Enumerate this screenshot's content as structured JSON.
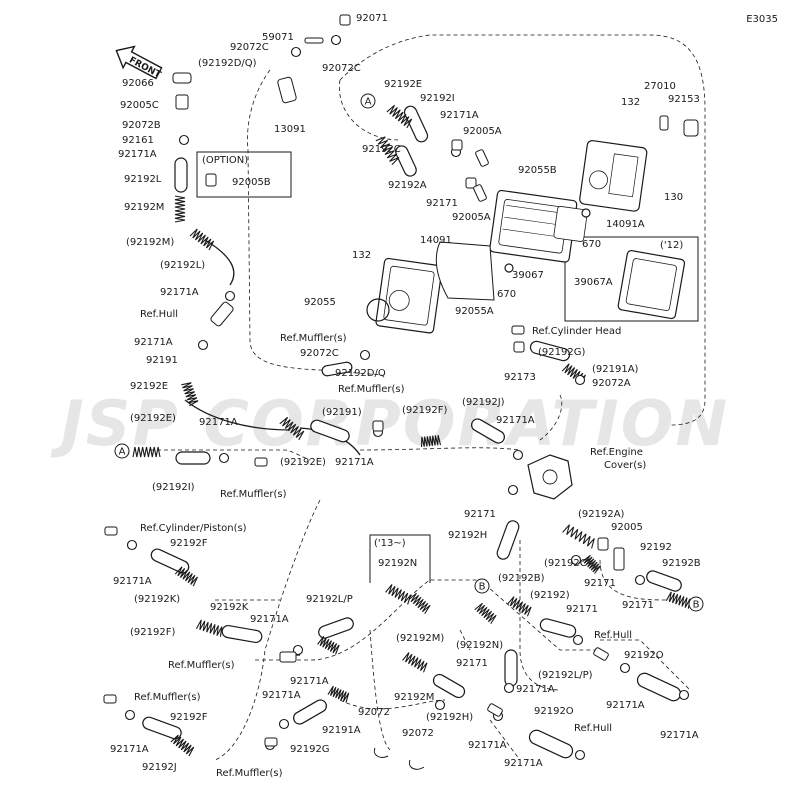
{
  "diagram_code": "E3035",
  "front_arrow_label": "FRONT",
  "watermark": "JSP CORPORATION",
  "option_box_label": "(OPTION)",
  "year_box_12_label": "('12)",
  "year_box_13_label": "('13~)",
  "callouts": [
    "A",
    "A",
    "B",
    "B"
  ],
  "labels": [
    "59071",
    "92071",
    "92072C",
    "(92192D/Q)",
    "92072C",
    "13091",
    "92066",
    "92005C",
    "92072B",
    "92161",
    "92171A",
    "92005B",
    "92192L",
    "92192M",
    "(92192M)",
    "(92192L)",
    "92171A",
    "Ref.Hull",
    "92171A",
    "92191",
    "92192E",
    "(92192E)",
    "92171A",
    "(92192I)",
    "Ref.Muffler(s)",
    "(92191)",
    "(92192E)",
    "Ref.Muffler(s)",
    "92171A",
    "92192E",
    "92192I",
    "92171A",
    "92005A",
    "92192C",
    "92192A",
    "92171",
    "92005A",
    "92055B",
    "670",
    "39067",
    "670",
    "132",
    "27010",
    "92153",
    "130",
    "14091A",
    "132",
    "14091",
    "92055",
    "92055A",
    "39067A",
    "Ref.Muffler(s)",
    "92072C",
    "92192D/Q",
    "Ref.Cylinder Head",
    "(92192G)",
    "92173",
    "(92191A)",
    "92072A",
    "(92192F)",
    "(92192J)",
    "92171A",
    "Ref.Engine",
    "Cover(s)",
    "92171",
    "92192H",
    "Ref.Cylinder/Piston(s)",
    "92192F",
    "92171A",
    "(92192K)",
    "92192K",
    "(92192F)",
    "92171A",
    "Ref.Muffler(s)",
    "92171A",
    "Ref.Muffler(s)",
    "92192F",
    "92171A",
    "92192J",
    "Ref.Muffler(s)",
    "92171A",
    "92192G",
    "92191A",
    "92192L/P",
    "92192N",
    "(92192M)",
    "92192M",
    "92072",
    "92072",
    "(92192H)",
    "92171",
    "(92192N)",
    "(92192L/P)",
    "92171A",
    "(92192B)",
    "(92192)",
    "92171",
    "Ref.Hull",
    "92192O",
    "92171A",
    "92192O",
    "92171A",
    "Ref.Hull",
    "92171A",
    "(92192A)",
    "92005",
    "(92192C)",
    "92171",
    "92192",
    "92192B",
    "92171",
    "92171A"
  ]
}
